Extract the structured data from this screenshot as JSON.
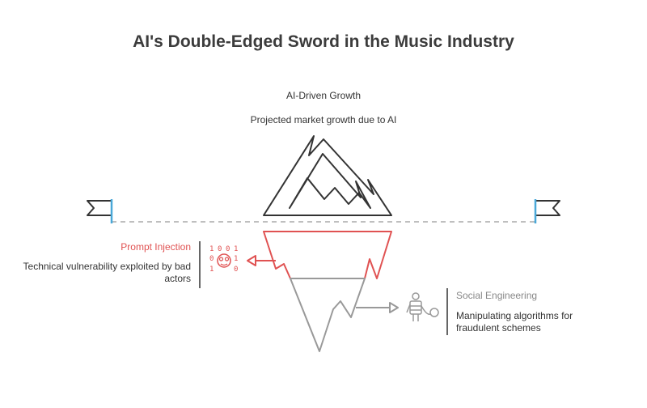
{
  "title": "AI's Double-Edged Sword in the Music Industry",
  "top": {
    "heading": "AI-Driven Growth",
    "description": "Projected market growth due to AI"
  },
  "left": {
    "heading": "Prompt Injection",
    "description": "Technical vulnerability exploited by bad actors",
    "icon": "binary-face-icon",
    "binary": [
      "1",
      "0",
      "0",
      "1",
      "0",
      "1",
      "1",
      "0"
    ]
  },
  "right": {
    "heading": "Social Engineering",
    "description": "Manipulating algorithms for fraudulent schemes",
    "icon": "puppet-robot-icon"
  },
  "colors": {
    "accent_red": "#e05252",
    "gray": "#999999",
    "dark": "#333333",
    "flag_blue": "#4aa8d8"
  }
}
